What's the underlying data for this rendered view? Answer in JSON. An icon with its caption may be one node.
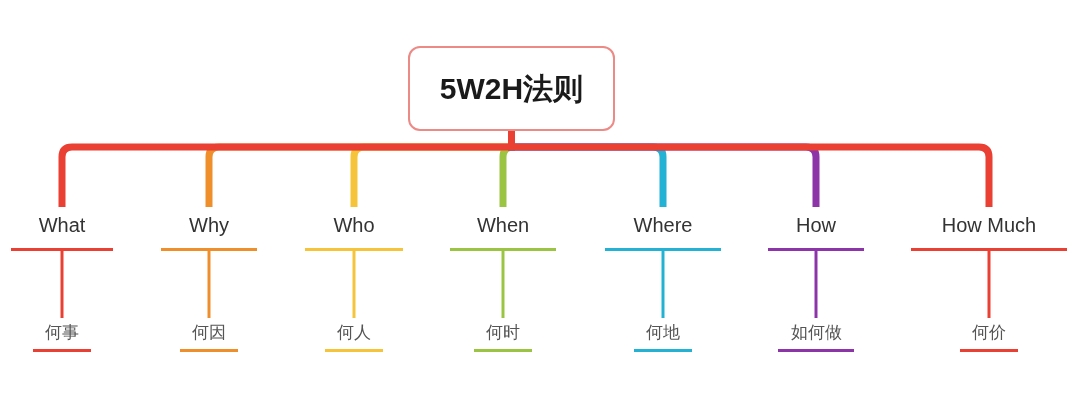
{
  "diagram": {
    "nodes": [
      {
        "text": [
          "5W2H法则"
        ]
      },
      {
        "text": [
          "What"
        ]
      },
      {
        "text": [
          "Why"
        ]
      },
      {
        "text": [
          "Who"
        ]
      },
      {
        "text": [
          "When"
        ]
      },
      {
        "text": [
          "Where"
        ]
      },
      {
        "text": [
          "How"
        ]
      },
      {
        "text": [
          "How Much"
        ]
      },
      {
        "text": [
          "何事"
        ]
      },
      {
        "text": [
          "何因"
        ]
      },
      {
        "text": [
          "何人"
        ]
      },
      {
        "text": [
          "何时"
        ]
      },
      {
        "text": [
          "何地"
        ]
      },
      {
        "text": [
          "如何做"
        ]
      },
      {
        "text": [
          "何价"
        ]
      }
    ],
    "edges": [
      {
        "from": 0,
        "to": 1,
        "arrow": "none",
        "style": "thick",
        "color": "#ea3f33"
      },
      {
        "from": 0,
        "to": 2,
        "arrow": "none",
        "style": "thick",
        "color": "#ef8f2c"
      },
      {
        "from": 0,
        "to": 3,
        "arrow": "none",
        "style": "thick",
        "color": "#f5c43a"
      },
      {
        "from": 0,
        "to": 4,
        "arrow": "none",
        "style": "thick",
        "color": "#9bc443"
      },
      {
        "from": 0,
        "to": 5,
        "arrow": "none",
        "style": "thick",
        "color": "#23b2d4"
      },
      {
        "from": 0,
        "to": 6,
        "arrow": "none",
        "style": "thick",
        "color": "#8d35a8"
      },
      {
        "from": 0,
        "to": 7,
        "arrow": "none",
        "style": "thick",
        "color": "#ea3f33"
      },
      {
        "from": 1,
        "to": 8,
        "arrow": "none",
        "color": "#ea3f33"
      },
      {
        "from": 2,
        "to": 9,
        "arrow": "none",
        "color": "#ef8f2c"
      },
      {
        "from": 3,
        "to": 10,
        "arrow": "none",
        "color": "#f5c43a"
      },
      {
        "from": 4,
        "to": 11,
        "arrow": "none",
        "color": "#9bc443"
      },
      {
        "from": 5,
        "to": 12,
        "arrow": "none",
        "color": "#23b2d4"
      },
      {
        "from": 6,
        "to": 13,
        "arrow": "none",
        "color": "#8d35a8"
      },
      {
        "from": 7,
        "to": 14,
        "arrow": "none",
        "color": "#ea3f33"
      }
    ]
  }
}
